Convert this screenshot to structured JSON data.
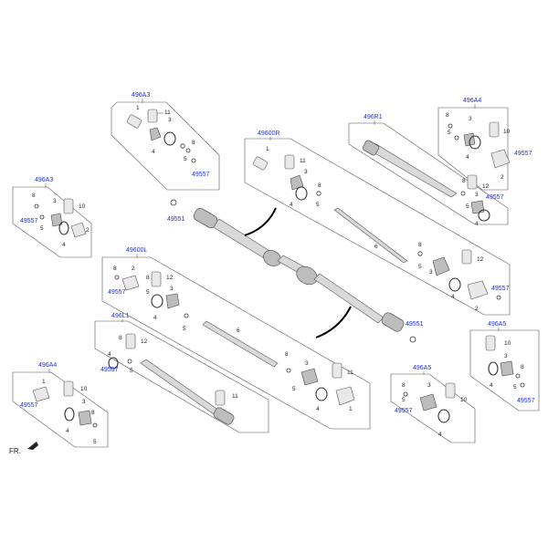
{
  "refs": {
    "r496a3_top": "496A3",
    "r496a4_top": "496A4",
    "r49600r": "49600R",
    "r496r1": "496R1",
    "r496a3_left": "496A3",
    "r49600l": "49600L",
    "r496l1": "496L1",
    "r496a5_right": "496A5",
    "r496a4_bottom": "496A4",
    "r496a5_bottom": "496A5",
    "r49557": "49557",
    "r49551": "49551"
  },
  "nums": {
    "n1": "1",
    "n2": "2",
    "n3": "3",
    "n4": "4",
    "n5": "5",
    "n6": "6",
    "n8": "8",
    "n10": "10",
    "n11": "11",
    "n12": "12"
  },
  "fr_label": "FR."
}
